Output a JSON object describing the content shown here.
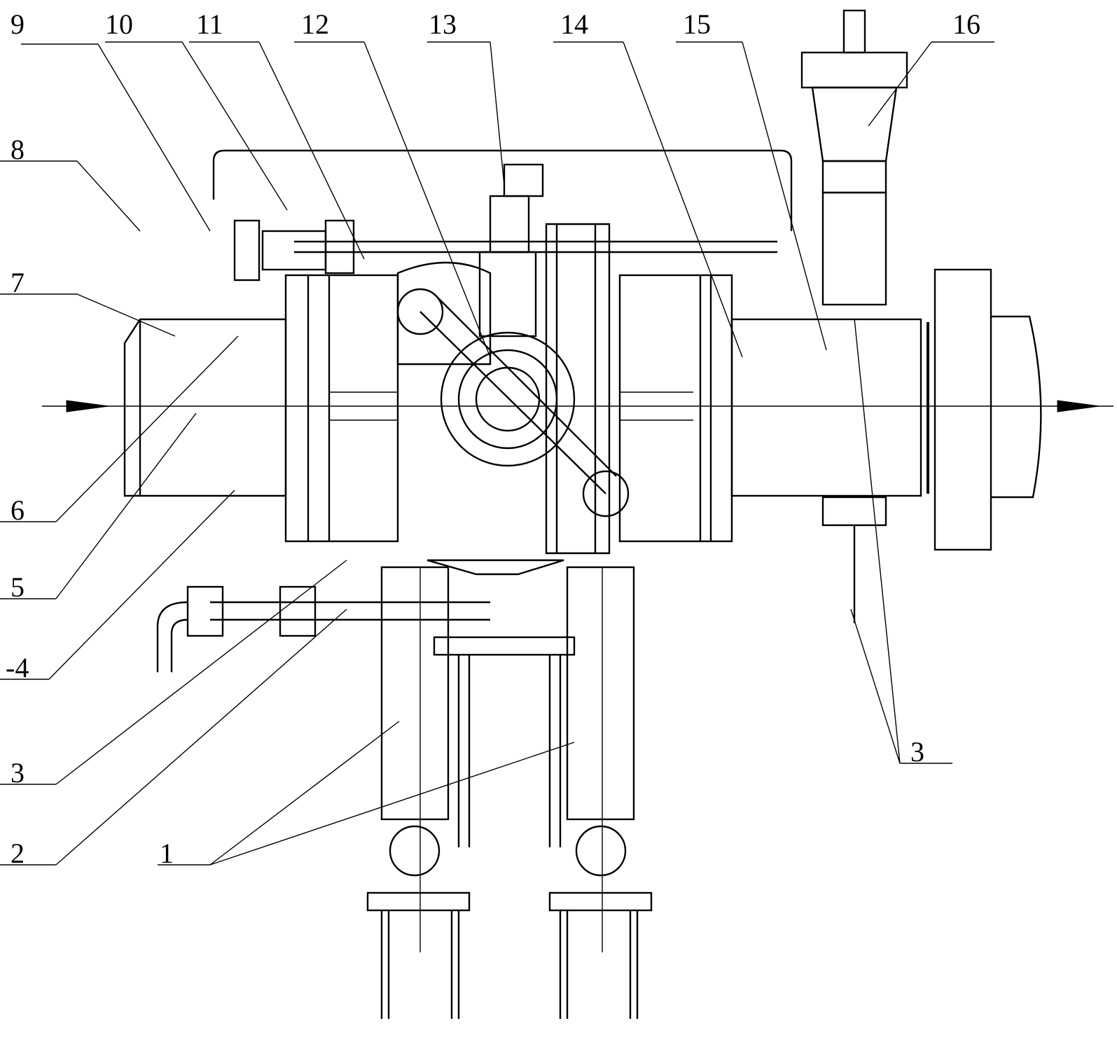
{
  "callouts": [
    "1",
    "2",
    "3",
    "-4",
    "5",
    "6",
    "7",
    "8",
    "9",
    "10",
    "11",
    "12",
    "13",
    "14",
    "15",
    "16"
  ]
}
